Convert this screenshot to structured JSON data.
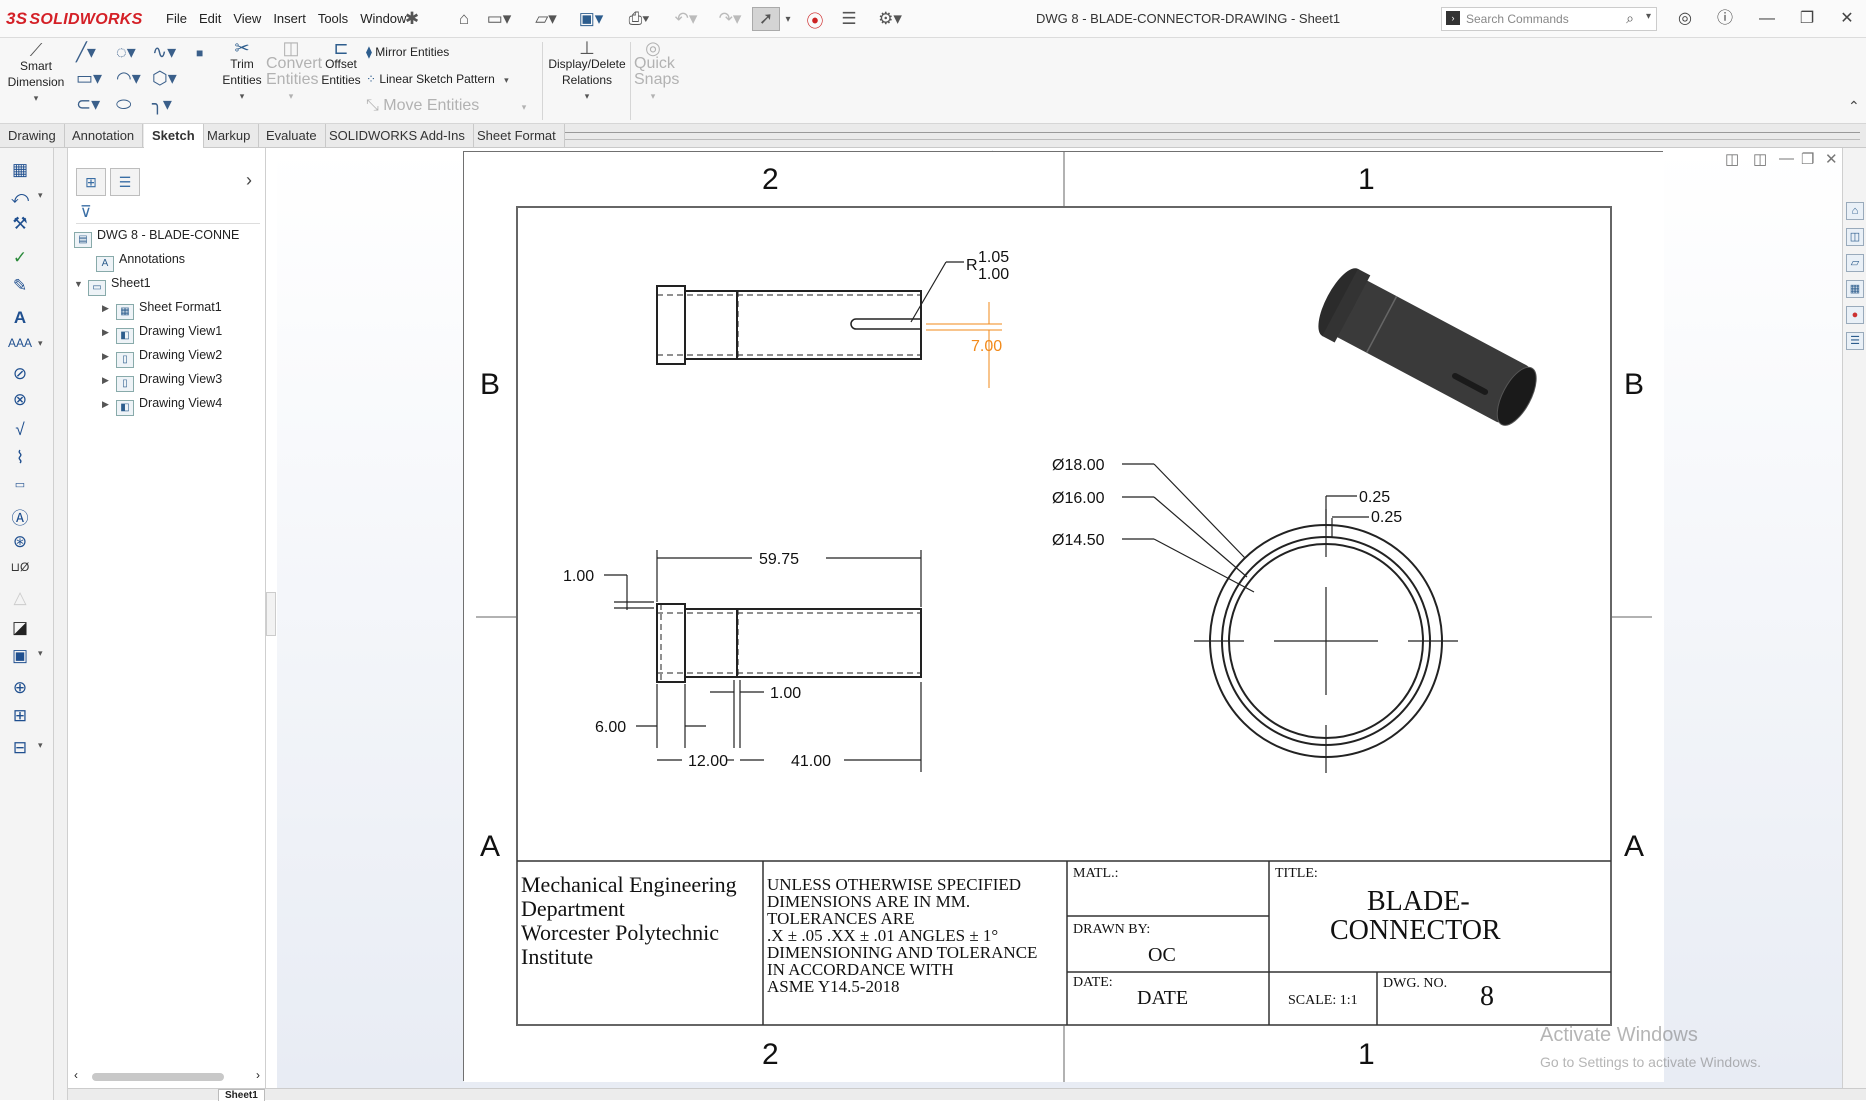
{
  "app": {
    "logo_text": "SOLIDWORKS",
    "logo_prefix": "3S",
    "window_title": "DWG 8 - BLADE-CONNECTOR-DRAWING - Sheet1",
    "search_placeholder": "Search Commands",
    "brand_color": "#d42027"
  },
  "menu": [
    "File",
    "Edit",
    "View",
    "Insert",
    "Tools",
    "Window"
  ],
  "ribbon": {
    "smart_dimension": "Smart\nDimension",
    "trim_entities": "Trim\nEntities",
    "convert_entities": "Convert\nEntities",
    "offset_entities": "Offset\nEntities",
    "mirror_entities": "Mirror Entities",
    "linear_sketch_pattern": "Linear Sketch Pattern",
    "move_entities": "Move Entities",
    "display_delete_relations": "Display/Delete\nRelations",
    "quick_snaps": "Quick\nSnaps"
  },
  "tabs": [
    "Drawing",
    "Annotation",
    "Sketch",
    "Markup",
    "Evaluate",
    "SOLIDWORKS Add-Ins",
    "Sheet Format"
  ],
  "active_tab": "Sketch",
  "tree": {
    "root": "DWG 8 - BLADE-CONNE",
    "annotations": "Annotations",
    "sheet": "Sheet1",
    "sheet_format": "Sheet Format1",
    "views": [
      "Drawing View1",
      "Drawing View2",
      "Drawing View3",
      "Drawing View4"
    ]
  },
  "drawing": {
    "zones_top": [
      "2",
      "1"
    ],
    "zones_side": [
      "B",
      "A"
    ],
    "top_view": {
      "radius_label": "R",
      "radius_max": "1.05",
      "radius_min": "1.00",
      "slot_dim": "7.00"
    },
    "front_view": {
      "overall_length": "59.75",
      "wall": "1.00",
      "groove_width": "1.00",
      "flange": "6.00",
      "first_segment": "12.00",
      "body_length": "41.00"
    },
    "end_view": {
      "dia_outer": "Ø18.00",
      "dia_mid": "Ø16.00",
      "dia_inner": "Ø14.50",
      "gap1": "0.25",
      "gap2": "0.25"
    },
    "title_block": {
      "department": [
        "Mechanical Engineering",
        "Department",
        "Worcester Polytechnic",
        "Institute"
      ],
      "notes": [
        "UNLESS OTHERWISE SPECIFIED",
        "DIMENSIONS ARE IN MM.",
        "TOLERANCES ARE",
        ".X ± .05 .XX ± .01 ANGLES ± 1°",
        "DIMENSIONING AND TOLERANCE",
        "IN ACCORDANCE WITH",
        "ASME Y14.5-2018"
      ],
      "matl_label": "MATL.:",
      "drawn_by_label": "DRAWN BY:",
      "drawn_by": "OC",
      "date_label": "DATE:",
      "date": "DATE",
      "title_label": "TITLE:",
      "title_line1": "BLADE-",
      "title_line2": "CONNECTOR",
      "scale": "SCALE: 1:1",
      "dwg_no_label": "DWG. NO.",
      "dwg_no": "8"
    }
  },
  "sheet_tab": "Sheet1",
  "watermark": {
    "line1": "Activate Windows",
    "line2": "Go to Settings to activate Windows."
  }
}
